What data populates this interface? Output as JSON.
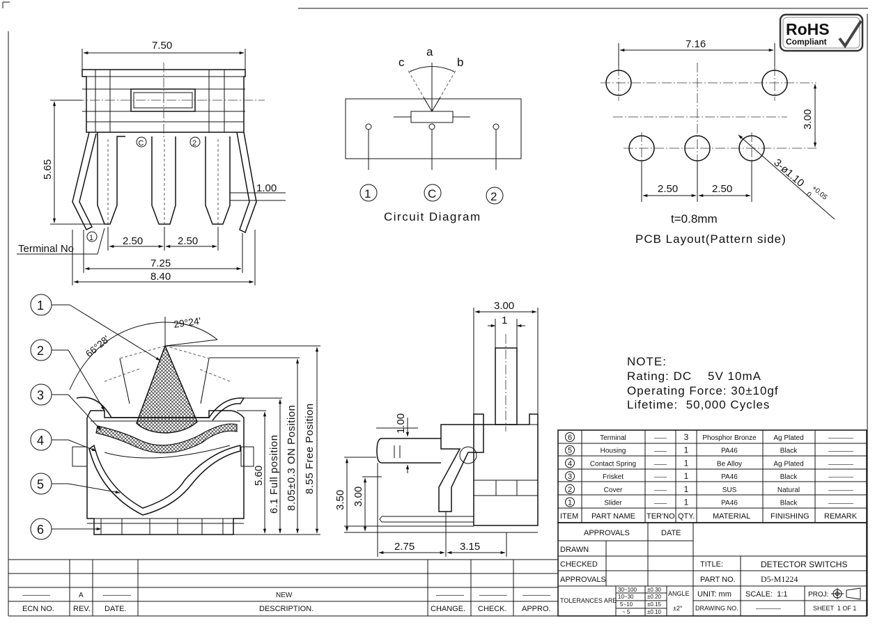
{
  "logo": {
    "line1": "RoHS",
    "line2": "Compliant"
  },
  "top_view": {
    "dim_width": "7.50",
    "dim_height": "5.65",
    "dim_terminal": "1.00",
    "dim_pitch_left": "2.50",
    "dim_pitch_right": "2.50",
    "dim_span": "7.25",
    "dim_overall": "8.40",
    "pin_c": "C",
    "pin_2": "2",
    "pin_1": "1",
    "terminal_label": "Terminal No"
  },
  "circuit": {
    "label_a": "a",
    "label_b": "b",
    "label_c": "c",
    "pin_1": "1",
    "pin_c": "C",
    "pin_2": "2",
    "caption": "Circuit Diagram"
  },
  "pcb": {
    "dim_width": "7.16",
    "dim_height": "3.00",
    "dim_pitch_left": "2.50",
    "dim_pitch_right": "2.50",
    "hole_note": "3-ø1.10",
    "tol_plus": "+0.05",
    "tol_minus": "0",
    "thickness": "t=0.8mm",
    "caption": "PCB Layout(Pattern side)"
  },
  "section_view": {
    "callouts": [
      "1",
      "2",
      "3",
      "4",
      "5",
      "6"
    ],
    "angle_1": "29°24'",
    "angle_2": "66°28'",
    "dim_560": "5.60",
    "dim_full": "6.1 Full position",
    "dim_on": "8.05±0.3 ON Position",
    "dim_free": "8.55 Free Position"
  },
  "side_view": {
    "dim_top": "3.00",
    "dim_stem": "1",
    "dim_100": "1.00",
    "dim_350": "3.50",
    "dim_300": "3.00",
    "dim_275": "2.75",
    "dim_315": "3.15"
  },
  "note": {
    "title": "NOTE:",
    "rating": "Rating: DC    5V 10mA",
    "force": "Operating Force: 30±10gf",
    "lifetime": "Lifetime:  50,000 Cycles"
  },
  "bom": {
    "rows": [
      {
        "item": "6",
        "name": "Terminal",
        "ter": "——",
        "qty": "3",
        "material": "Phosphor Bronze",
        "finishing": "Ag Plated",
        "remark": "————"
      },
      {
        "item": "5",
        "name": "Housing",
        "ter": "——",
        "qty": "1",
        "material": "PA46",
        "finishing": "Black",
        "remark": "————"
      },
      {
        "item": "4",
        "name": "Contact Spring",
        "ter": "——",
        "qty": "1",
        "material": "Be Alloy",
        "finishing": "Ag Plated",
        "remark": "————"
      },
      {
        "item": "3",
        "name": "Frisket",
        "ter": "——",
        "qty": "1",
        "material": "PA46",
        "finishing": "Black",
        "remark": "————"
      },
      {
        "item": "2",
        "name": "Cover",
        "ter": "——",
        "qty": "1",
        "material": "SUS",
        "finishing": "Natural",
        "remark": "————"
      },
      {
        "item": "1",
        "name": "Slider",
        "ter": "——",
        "qty": "1",
        "material": "PA46",
        "finishing": "Black",
        "remark": "————"
      }
    ],
    "headers": [
      "ITEM",
      "PART NAME",
      "TER'NO.",
      "QTY.",
      "MATERIAL",
      "FINISHING",
      "REMARK"
    ]
  },
  "title_block": {
    "approvals": "APPROVALS",
    "date": "DATE",
    "drawn": "DRAWN",
    "checked": "CHECKED",
    "approvals2": "APPROVALS",
    "title_label": "TITLE:",
    "title_value": "DETECTOR SWITCHS",
    "part_label": "PART NO.",
    "part_value": "D5-M1224",
    "tolerances": "TOLERANCES ARE",
    "tol_rows": [
      {
        "range": "30~100",
        "tol": "±0.30"
      },
      {
        "range": "10~30",
        "tol": "±0.20"
      },
      {
        "range": "5~10",
        "tol": "±0.15"
      },
      {
        "range": "~ 5",
        "tol": "±0.10"
      }
    ],
    "angle": "ANGLE",
    "angle_tol": "±2°",
    "unit": "UNIT: mm",
    "scale": "SCALE:  1:1",
    "proj": "PROJ:",
    "drawing_no": "DRAWING NO.",
    "drawing_no_value": "————",
    "sheet": "SHEET  1 OF 1"
  },
  "revision_block": {
    "row": {
      "ecn": "————",
      "rev": "A",
      "date": "————",
      "desc": "NEW",
      "change": "————",
      "check": "————",
      "appro": "————"
    },
    "headers": {
      "ecn": "ECN NO.",
      "rev": "REV.",
      "date": "DATE.",
      "desc": "DESCRIPTION.",
      "change": "CHANGE.",
      "check": "CHECK.",
      "appro": "APPRO."
    }
  }
}
